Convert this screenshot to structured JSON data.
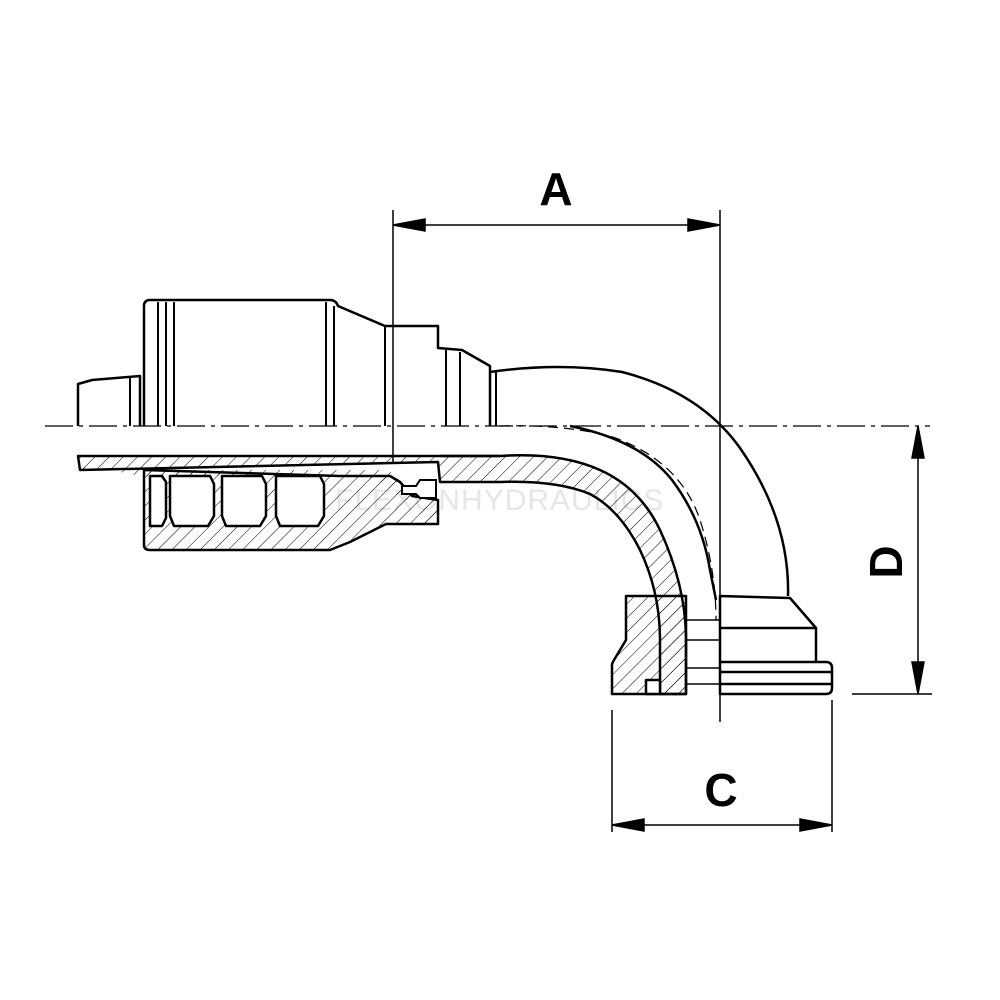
{
  "diagram": {
    "dimension_labels": {
      "a": "A",
      "c": "C",
      "d": "D"
    },
    "watermark": "FLEXONHYDRAULICS",
    "colors": {
      "line": "#000000",
      "background": "#ffffff",
      "watermark": "#e6e6e6"
    }
  }
}
